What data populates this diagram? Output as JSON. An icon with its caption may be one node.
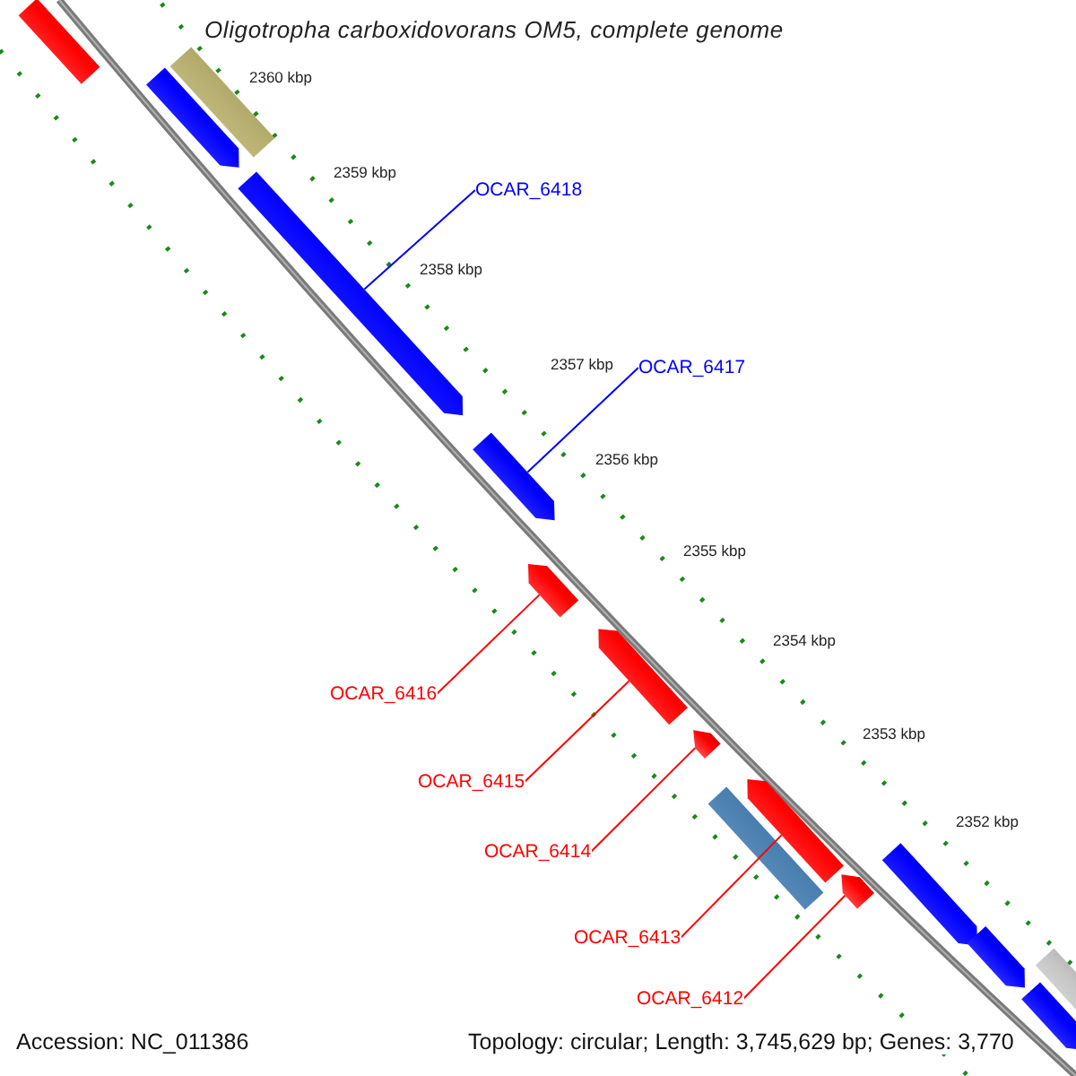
{
  "diagram": {
    "title": "Oligotropha carboxidovorans OM5, complete genome",
    "nodes": [
      {
        "text": [],
        "shape": "bar"
      },
      {
        "text": [],
        "shape": "bar"
      },
      {
        "text": [],
        "shape": "bar"
      },
      {
        "text": [],
        "shape": "bar"
      },
      {
        "text": [],
        "shape": "bar"
      },
      {
        "text": [],
        "shape": "bar"
      },
      {
        "text": [],
        "shape": "bar"
      },
      {
        "text": [],
        "shape": "bar"
      },
      {
        "text": [],
        "shape": "bar"
      },
      {
        "text": [],
        "shape": "bar"
      },
      {
        "text": [],
        "shape": "bar"
      },
      {
        "text": [],
        "shape": "bar"
      },
      {
        "text": [],
        "shape": "bar"
      },
      {
        "text": [],
        "shape": "bar"
      },
      {
        "text": [],
        "shape": "bar"
      },
      {
        "text": [
          "OCAR_6418"
        ]
      },
      {
        "text": [
          "OCAR_6417"
        ]
      },
      {
        "text": [
          "OCAR_6416"
        ]
      },
      {
        "text": [
          "OCAR_6415"
        ]
      },
      {
        "text": [
          "OCAR_6414"
        ]
      },
      {
        "text": [
          "OCAR_6413"
        ]
      },
      {
        "text": [
          "OCAR_6412"
        ]
      }
    ],
    "edges": [
      {
        "from": 15,
        "to": 3,
        "arrow": "none",
        "color": "#0000ff"
      },
      {
        "from": 16,
        "to": 4,
        "arrow": "none",
        "color": "#0000ff"
      },
      {
        "from": 17,
        "to": 5,
        "arrow": "none"
      },
      {
        "from": 18,
        "to": 6,
        "arrow": "none"
      },
      {
        "from": 19,
        "to": 7,
        "arrow": "none"
      },
      {
        "from": 20,
        "to": 9,
        "arrow": "none"
      },
      {
        "from": 21,
        "to": 10,
        "arrow": "none"
      }
    ],
    "labels": [
      "2360 kbp",
      "2359 kbp",
      "2358 kbp",
      "2357 kbp",
      "2356 kbp",
      "2355 kbp",
      "2354 kbp",
      "2353 kbp",
      "2352 kbp",
      "Accession: NC_011386",
      "Topology: circular; Length: 3,745,629 bp; Genes: 3,770"
    ]
  }
}
